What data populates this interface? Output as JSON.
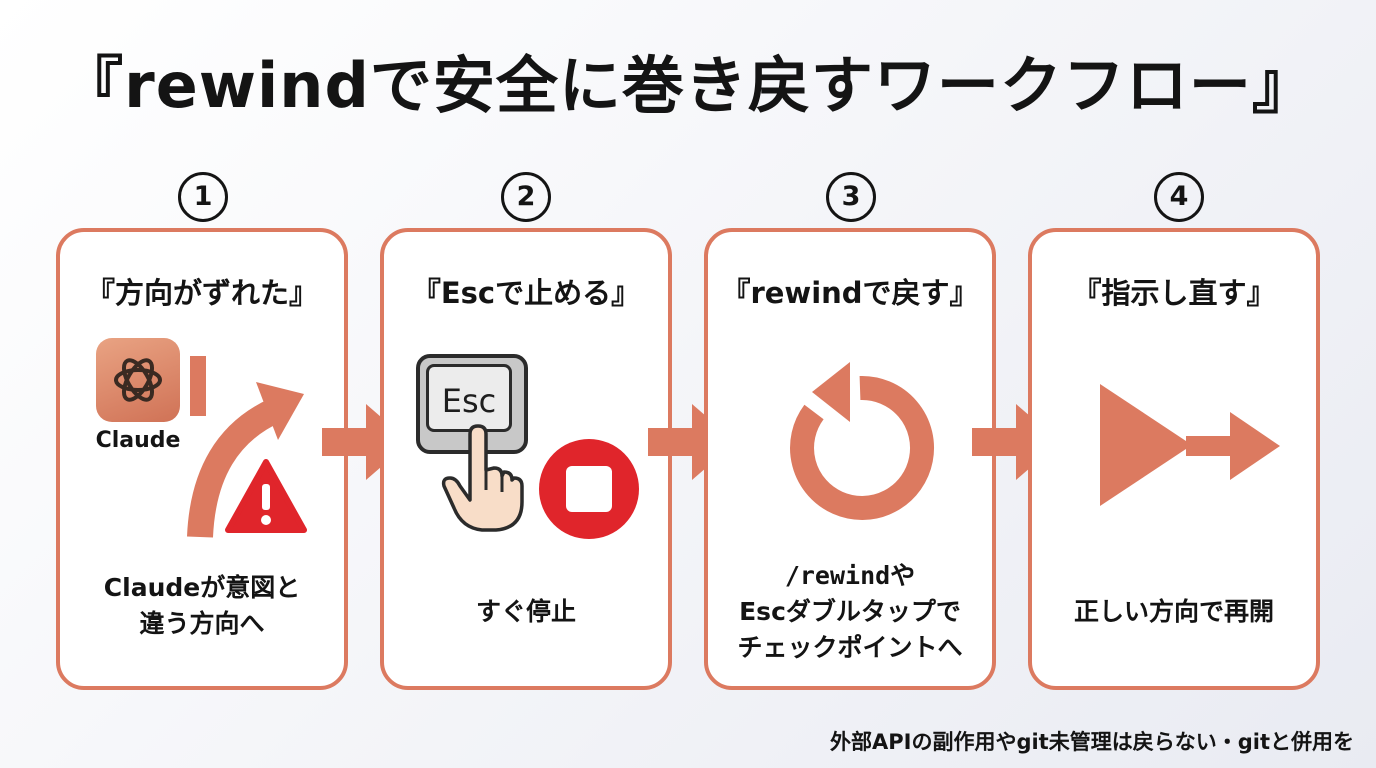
{
  "title": "『rewindで安全に巻き戻すワークフロー』",
  "steps": [
    {
      "number": "1",
      "title": "『方向がずれた』",
      "logo_label": "Claude",
      "desc_lines": [
        "Claudeが意図と",
        "違う方向へ"
      ],
      "icons": [
        "claude-logo-icon",
        "curved-arrow-icon",
        "warning-icon"
      ]
    },
    {
      "number": "2",
      "title": "『Escで止める』",
      "key_label": "Esc",
      "desc_lines": [
        "すぐ停止"
      ],
      "icons": [
        "esc-key-icon",
        "pointing-hand-icon",
        "stop-icon"
      ]
    },
    {
      "number": "3",
      "title": "『rewindで戻す』",
      "desc_lines": [
        "/rewindや",
        "Escダブルタップで",
        "チェックポイントへ"
      ],
      "icons": [
        "rewind-circular-arrow-icon"
      ]
    },
    {
      "number": "4",
      "title": "『指示し直す』",
      "desc_lines": [
        "正しい方向で再開"
      ],
      "icons": [
        "play-icon",
        "forward-arrow-icon"
      ]
    }
  ],
  "footer_note": "外部APIの副作用やgit未管理は戻らない・gitと併用を",
  "colors": {
    "accent": "#dc7a60",
    "stop_red": "#e0252b",
    "text": "#141414",
    "card_bg": "#ffffff"
  }
}
